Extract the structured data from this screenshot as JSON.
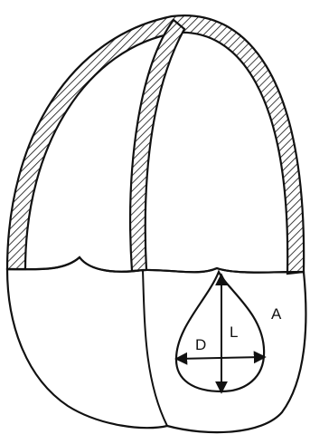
{
  "figure": {
    "labels": {
      "a": "A",
      "d": "D",
      "l": "L"
    },
    "colors": {
      "ink": "#111111",
      "background": "#ffffff",
      "hatch": "#111111"
    }
  }
}
